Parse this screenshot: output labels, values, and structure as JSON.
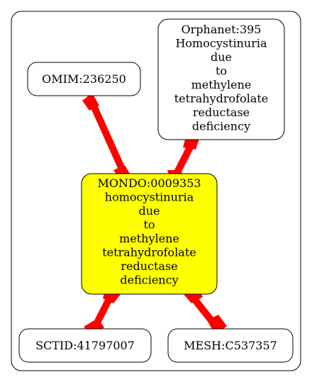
{
  "colors": {
    "edge": "#ff0000",
    "center_fill": "#ffff00",
    "node_fill": "#ffffff",
    "stroke": "#000000"
  },
  "nodes": {
    "omim": {
      "lines": [
        "OMIM:236250"
      ]
    },
    "orphanet": {
      "lines": [
        "Orphanet:395",
        "Homocystinuria",
        "due",
        "to",
        "methylene",
        "tetrahydrofolate",
        "reductase",
        "deficiency"
      ]
    },
    "mondo": {
      "lines": [
        "MONDO:0009353",
        "homocystinuria",
        "due",
        "to",
        "methylene",
        "tetrahydrofolate",
        "reductase",
        "deficiency"
      ]
    },
    "sctid": {
      "lines": [
        "SCTID:41797007"
      ]
    },
    "mesh": {
      "lines": [
        "MESH:C537357"
      ]
    }
  }
}
